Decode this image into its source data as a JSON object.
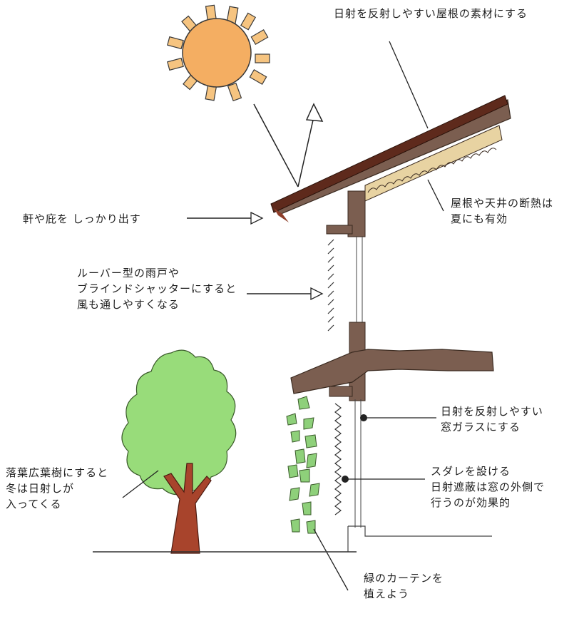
{
  "labels": {
    "roof_material": [
      "日射を反射しやすい屋根の素材にする"
    ],
    "insulation": [
      "屋根や天井の断熱は",
      "夏にも有効"
    ],
    "eaves": [
      "軒や庇を しっかり出す"
    ],
    "louver": [
      "ルーバー型の雨戸や",
      "ブラインドシャッターにすると",
      "風も通しやすくなる"
    ],
    "window_glass": [
      "日射を反射しやすい",
      "窓ガラスにする"
    ],
    "sudare": [
      "スダレを設ける",
      "日射遮蔽は窓の外側で",
      "行うのが効果的"
    ],
    "deciduous_tree": [
      "落葉広葉樹にすると",
      "冬は日射しが",
      "入ってくる"
    ],
    "green_curtain": [
      "緑のカーテンを",
      "植えよう"
    ]
  },
  "colors": {
    "sun_fill": "#F4AE62",
    "sun_ray": "#F6C480",
    "roof_top": "#5E2A1C",
    "roof_eave": "#8E3E2A",
    "structure": "#7B5E50",
    "insulation": "#E8D3A2",
    "leaf": "#98DC7A",
    "trunk": "#A8442C",
    "vine": "#8ED07A",
    "ink": "#1f1f1f"
  }
}
